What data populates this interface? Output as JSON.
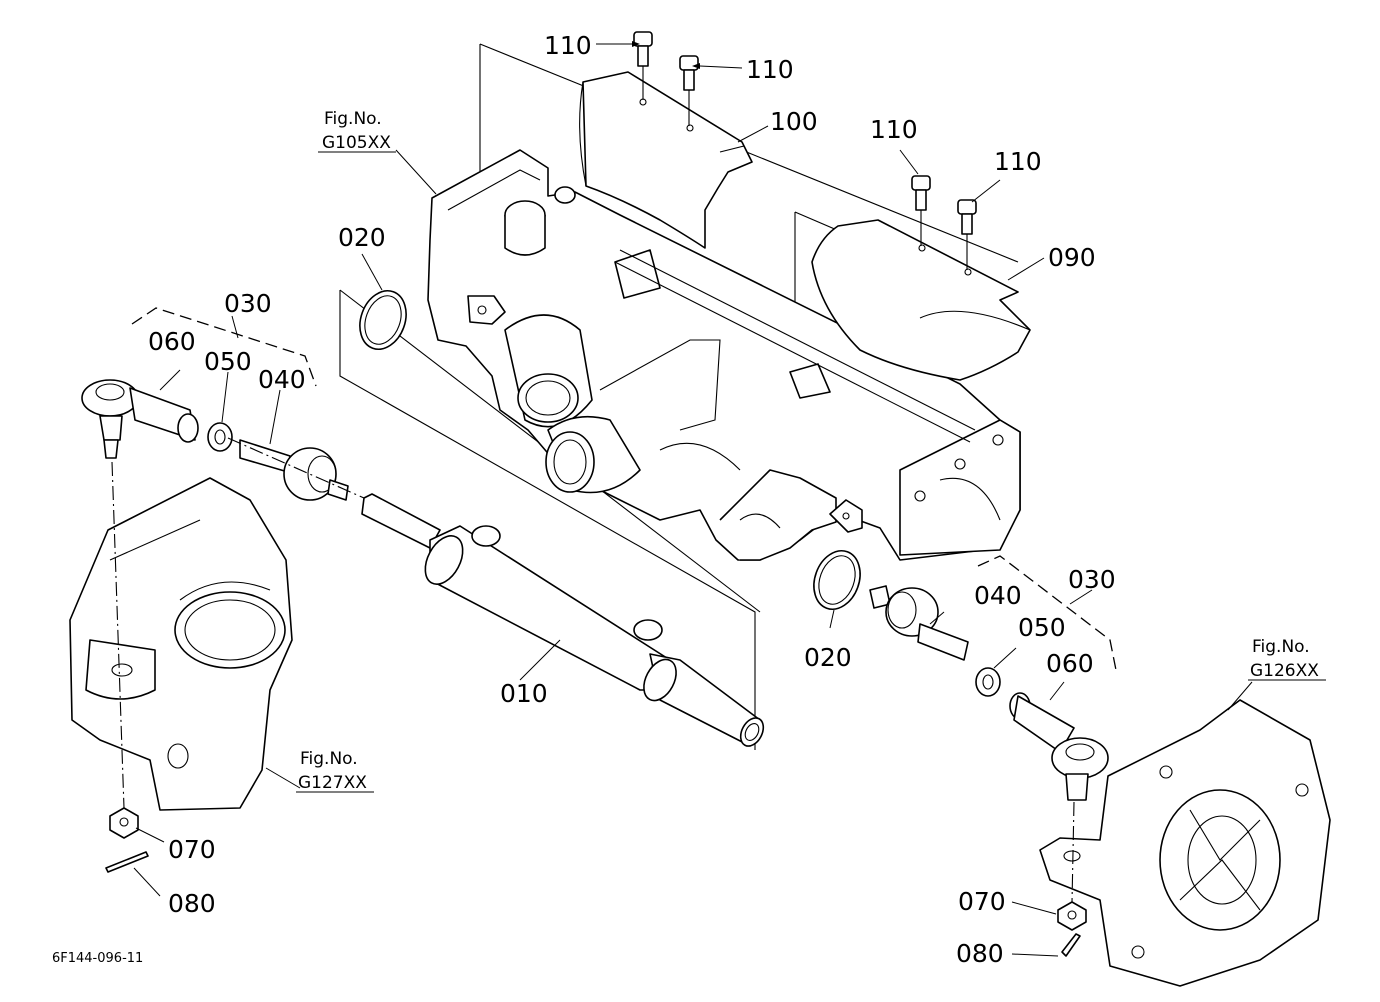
{
  "labels": {
    "p110_a": "110",
    "p110_b": "110",
    "p110_c": "110",
    "p110_d": "110",
    "p100": "100",
    "p090": "090",
    "p020_left": "020",
    "p020_right": "020",
    "p030_left": "030",
    "p030_right": "030",
    "p060_left": "060",
    "p060_right": "060",
    "p050_left": "050",
    "p050_right": "050",
    "p040_left": "040",
    "p040_right": "040",
    "p010": "010",
    "p070_left": "070",
    "p070_right": "070",
    "p080_left": "080",
    "p080_right": "080"
  },
  "figure_refs": {
    "fig_top": {
      "line1": "Fig.No.",
      "line2": "G105XX"
    },
    "fig_left": {
      "line1": "Fig.No.",
      "line2": "G127XX"
    },
    "fig_right": {
      "line1": "Fig.No.",
      "line2": "G126XX"
    }
  },
  "drawing_code": "6F144-096-11"
}
